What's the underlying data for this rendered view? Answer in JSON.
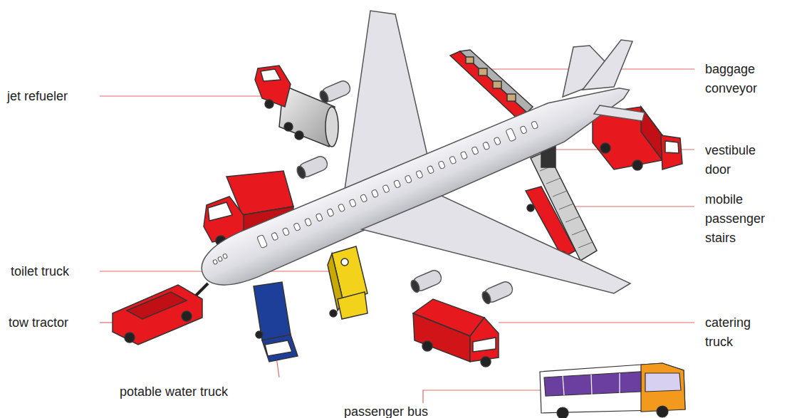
{
  "diagram": {
    "labels": [
      "jet refueler",
      "baggage conveyor",
      "vestibule door",
      "mobile passenger stairs",
      "toilet truck",
      "tow tractor",
      "catering truck",
      "potable water truck",
      "passenger bus"
    ]
  }
}
